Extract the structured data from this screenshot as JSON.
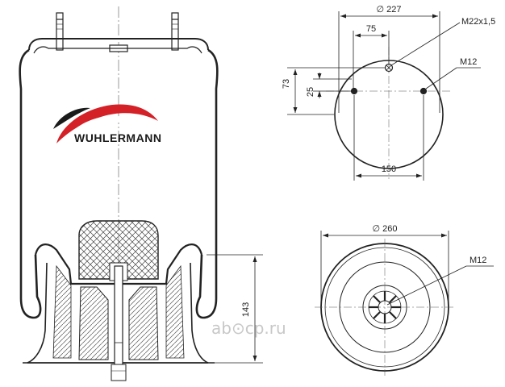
{
  "brand": {
    "name": "WUHLERMANN",
    "colors": {
      "red": "#d42027",
      "dark": "#1a1a1a"
    }
  },
  "watermark": "ab⊙cp.ru",
  "top_view": {
    "diameter": "∅ 227",
    "spacing_top": "75",
    "spacing_bottom": "150",
    "vertical_73": "73",
    "vertical_25": "25",
    "thread_top": "M22x1,5",
    "thread_side": "M12"
  },
  "bottom_view": {
    "diameter": "∅ 260",
    "thread": "M12"
  },
  "side_view": {
    "piston_height": "143"
  }
}
